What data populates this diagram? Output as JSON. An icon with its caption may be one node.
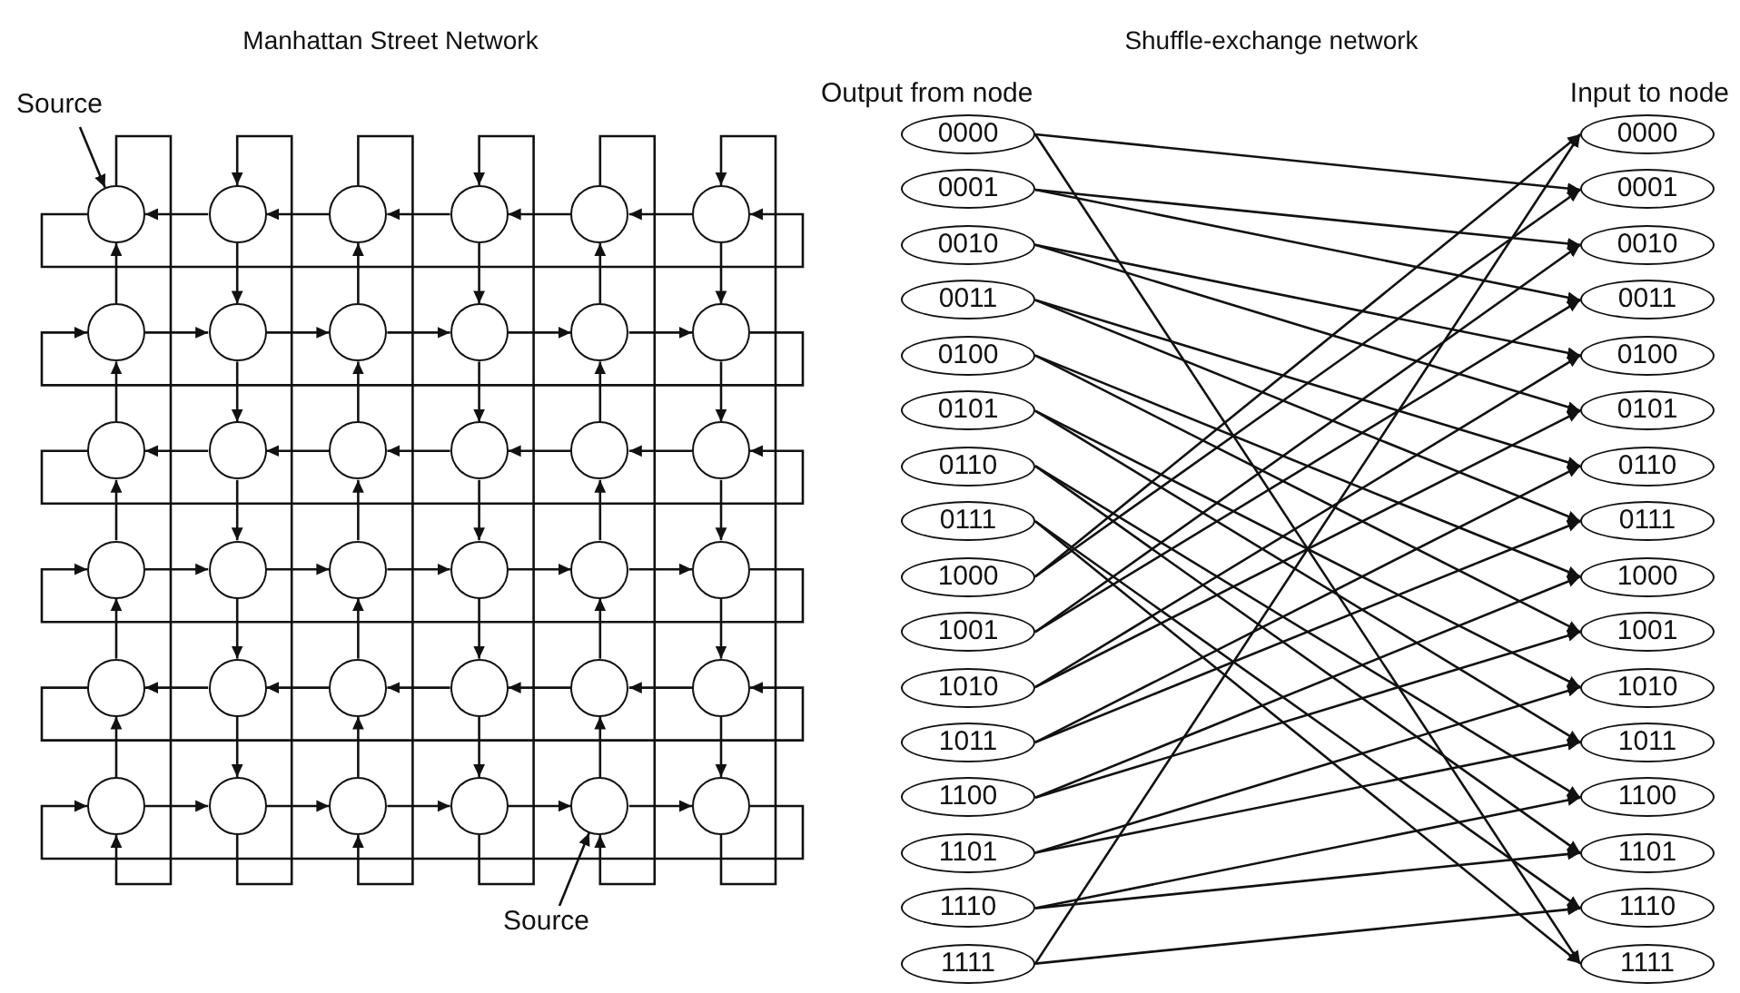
{
  "diagram": {
    "nodes": [
      {
        "text": [
          "Source"
        ]
      },
      {
        "text": [],
        "shape": "circle"
      },
      {
        "text": [],
        "shape": "circle"
      },
      {
        "text": [],
        "shape": "circle"
      },
      {
        "text": [],
        "shape": "circle"
      },
      {
        "text": [],
        "shape": "circle"
      },
      {
        "text": [],
        "shape": "circle"
      },
      {
        "text": [],
        "shape": "circle"
      },
      {
        "text": [],
        "shape": "circle"
      },
      {
        "text": [],
        "shape": "circle"
      },
      {
        "text": [],
        "shape": "circle"
      },
      {
        "text": [],
        "shape": "circle"
      },
      {
        "text": [],
        "shape": "circle"
      },
      {
        "text": [],
        "shape": "circle"
      },
      {
        "text": [],
        "shape": "circle"
      },
      {
        "text": [],
        "shape": "circle"
      },
      {
        "text": [],
        "shape": "circle"
      },
      {
        "text": [],
        "shape": "circle"
      },
      {
        "text": [],
        "shape": "circle"
      },
      {
        "text": [],
        "shape": "circle"
      },
      {
        "text": [],
        "shape": "circle"
      },
      {
        "text": [],
        "shape": "circle"
      },
      {
        "text": [],
        "shape": "circle"
      },
      {
        "text": [],
        "shape": "circle"
      },
      {
        "text": [],
        "shape": "circle"
      },
      {
        "text": [],
        "shape": "circle"
      },
      {
        "text": [],
        "shape": "circle"
      },
      {
        "text": [],
        "shape": "circle"
      },
      {
        "text": [],
        "shape": "circle"
      },
      {
        "text": [],
        "shape": "circle"
      },
      {
        "text": [],
        "shape": "circle"
      },
      {
        "text": [],
        "shape": "circle"
      },
      {
        "text": [],
        "shape": "circle"
      },
      {
        "text": [],
        "shape": "circle"
      },
      {
        "text": [],
        "shape": "circle"
      },
      {
        "text": [],
        "shape": "circle"
      },
      {
        "text": [],
        "shape": "circle"
      },
      {
        "text": [
          "Source"
        ]
      },
      {
        "text": [
          "0000"
        ]
      },
      {
        "text": [
          "0001"
        ]
      },
      {
        "text": [
          "0010"
        ]
      },
      {
        "text": [
          "0011"
        ]
      },
      {
        "text": [
          "0100"
        ]
      },
      {
        "text": [
          "0101"
        ]
      },
      {
        "text": [
          "0110"
        ]
      },
      {
        "text": [
          "0111"
        ]
      },
      {
        "text": [
          "1000"
        ]
      },
      {
        "text": [
          "1001"
        ]
      },
      {
        "text": [
          "1010"
        ]
      },
      {
        "text": [
          "1011"
        ]
      },
      {
        "text": [
          "1100"
        ]
      },
      {
        "text": [
          "1101"
        ]
      },
      {
        "text": [
          "1110"
        ]
      },
      {
        "text": [
          "1111"
        ]
      },
      {
        "text": [
          "0000"
        ]
      },
      {
        "text": [
          "0001"
        ]
      },
      {
        "text": [
          "0010"
        ]
      },
      {
        "text": [
          "0011"
        ]
      },
      {
        "text": [
          "0100"
        ]
      },
      {
        "text": [
          "0101"
        ]
      },
      {
        "text": [
          "0110"
        ]
      },
      {
        "text": [
          "0111"
        ]
      },
      {
        "text": [
          "1000"
        ]
      },
      {
        "text": [
          "1001"
        ]
      },
      {
        "text": [
          "1010"
        ]
      },
      {
        "text": [
          "1011"
        ]
      },
      {
        "text": [
          "1100"
        ]
      },
      {
        "text": [
          "1101"
        ]
      },
      {
        "text": [
          "1110"
        ]
      },
      {
        "text": [
          "1111"
        ]
      }
    ],
    "edges": [
      {
        "from": 0,
        "to": 1,
        "arrow": "to"
      },
      {
        "from": 1,
        "to": 6,
        "arrow": "to"
      },
      {
        "from": 2,
        "to": 1,
        "arrow": "to"
      },
      {
        "from": 3,
        "to": 2,
        "arrow": "to"
      },
      {
        "from": 4,
        "to": 3,
        "arrow": "to"
      },
      {
        "from": 5,
        "to": 4,
        "arrow": "to"
      },
      {
        "from": 6,
        "to": 5,
        "arrow": "to"
      },
      {
        "from": 7,
        "to": 8,
        "arrow": "to"
      },
      {
        "from": 8,
        "to": 9,
        "arrow": "to"
      },
      {
        "from": 9,
        "to": 10,
        "arrow": "to"
      },
      {
        "from": 10,
        "to": 11,
        "arrow": "to"
      },
      {
        "from": 11,
        "to": 12,
        "arrow": "to"
      },
      {
        "from": 12,
        "to": 7,
        "arrow": "to"
      },
      {
        "from": 13,
        "to": 18,
        "arrow": "to"
      },
      {
        "from": 14,
        "to": 13,
        "arrow": "to"
      },
      {
        "from": 15,
        "to": 14,
        "arrow": "to"
      },
      {
        "from": 16,
        "to": 15,
        "arrow": "to"
      },
      {
        "from": 17,
        "to": 16,
        "arrow": "to"
      },
      {
        "from": 18,
        "to": 17,
        "arrow": "to"
      },
      {
        "from": 19,
        "to": 20,
        "arrow": "to"
      },
      {
        "from": 20,
        "to": 21,
        "arrow": "to"
      },
      {
        "from": 21,
        "to": 22,
        "arrow": "to"
      },
      {
        "from": 22,
        "to": 23,
        "arrow": "to"
      },
      {
        "from": 23,
        "to": 24,
        "arrow": "to"
      },
      {
        "from": 24,
        "to": 19,
        "arrow": "to"
      },
      {
        "from": 25,
        "to": 30,
        "arrow": "to"
      },
      {
        "from": 26,
        "to": 25,
        "arrow": "to"
      },
      {
        "from": 27,
        "to": 26,
        "arrow": "to"
      },
      {
        "from": 28,
        "to": 27,
        "arrow": "to"
      },
      {
        "from": 29,
        "to": 28,
        "arrow": "to"
      },
      {
        "from": 30,
        "to": 29,
        "arrow": "to"
      },
      {
        "from": 31,
        "to": 32,
        "arrow": "to"
      },
      {
        "from": 32,
        "to": 33,
        "arrow": "to"
      },
      {
        "from": 33,
        "to": 34,
        "arrow": "to"
      },
      {
        "from": 34,
        "to": 35,
        "arrow": "to"
      },
      {
        "from": 35,
        "to": 36,
        "arrow": "to"
      },
      {
        "from": 36,
        "to": 31,
        "arrow": "to"
      },
      {
        "from": 1,
        "to": 31,
        "arrow": "to"
      },
      {
        "from": 7,
        "to": 1,
        "arrow": "to"
      },
      {
        "from": 13,
        "to": 7,
        "arrow": "to"
      },
      {
        "from": 19,
        "to": 13,
        "arrow": "to"
      },
      {
        "from": 25,
        "to": 19,
        "arrow": "to"
      },
      {
        "from": 31,
        "to": 25,
        "arrow": "to"
      },
      {
        "from": 2,
        "to": 8,
        "arrow": "to"
      },
      {
        "from": 8,
        "to": 14,
        "arrow": "to"
      },
      {
        "from": 14,
        "to": 20,
        "arrow": "to"
      },
      {
        "from": 20,
        "to": 26,
        "arrow": "to"
      },
      {
        "from": 26,
        "to": 32,
        "arrow": "to"
      },
      {
        "from": 32,
        "to": 2,
        "arrow": "to"
      },
      {
        "from": 3,
        "to": 33,
        "arrow": "to"
      },
      {
        "from": 9,
        "to": 3,
        "arrow": "to"
      },
      {
        "from": 15,
        "to": 9,
        "arrow": "to"
      },
      {
        "from": 21,
        "to": 15,
        "arrow": "to"
      },
      {
        "from": 27,
        "to": 21,
        "arrow": "to"
      },
      {
        "from": 33,
        "to": 27,
        "arrow": "to"
      },
      {
        "from": 4,
        "to": 10,
        "arrow": "to"
      },
      {
        "from": 10,
        "to": 16,
        "arrow": "to"
      },
      {
        "from": 16,
        "to": 22,
        "arrow": "to"
      },
      {
        "from": 22,
        "to": 28,
        "arrow": "to"
      },
      {
        "from": 28,
        "to": 34,
        "arrow": "to"
      },
      {
        "from": 34,
        "to": 4,
        "arrow": "to"
      },
      {
        "from": 5,
        "to": 35,
        "arrow": "to"
      },
      {
        "from": 11,
        "to": 5,
        "arrow": "to"
      },
      {
        "from": 17,
        "to": 11,
        "arrow": "to"
      },
      {
        "from": 23,
        "to": 17,
        "arrow": "to"
      },
      {
        "from": 29,
        "to": 23,
        "arrow": "to"
      },
      {
        "from": 35,
        "to": 29,
        "arrow": "to"
      },
      {
        "from": 6,
        "to": 12,
        "arrow": "to"
      },
      {
        "from": 12,
        "to": 18,
        "arrow": "to"
      },
      {
        "from": 18,
        "to": 24,
        "arrow": "to"
      },
      {
        "from": 24,
        "to": 30,
        "arrow": "to"
      },
      {
        "from": 30,
        "to": 36,
        "arrow": "to"
      },
      {
        "from": 36,
        "to": 6,
        "arrow": "to"
      },
      {
        "from": 37,
        "to": 35,
        "arrow": "to"
      },
      {
        "from": 38,
        "to": 55,
        "arrow": "to"
      },
      {
        "from": 38,
        "to": 69,
        "arrow": "to"
      },
      {
        "from": 39,
        "to": 56,
        "arrow": "to"
      },
      {
        "from": 39,
        "to": 57,
        "arrow": "to"
      },
      {
        "from": 40,
        "to": 58,
        "arrow": "to"
      },
      {
        "from": 40,
        "to": 59,
        "arrow": "to"
      },
      {
        "from": 41,
        "to": 60,
        "arrow": "to"
      },
      {
        "from": 41,
        "to": 61,
        "arrow": "to"
      },
      {
        "from": 42,
        "to": 62,
        "arrow": "to"
      },
      {
        "from": 42,
        "to": 63,
        "arrow": "to"
      },
      {
        "from": 43,
        "to": 64,
        "arrow": "to"
      },
      {
        "from": 43,
        "to": 65,
        "arrow": "to"
      },
      {
        "from": 44,
        "to": 66,
        "arrow": "to"
      },
      {
        "from": 44,
        "to": 67,
        "arrow": "to"
      },
      {
        "from": 45,
        "to": 68,
        "arrow": "to"
      },
      {
        "from": 45,
        "to": 69,
        "arrow": "to"
      },
      {
        "from": 46,
        "to": 54,
        "arrow": "to"
      },
      {
        "from": 46,
        "to": 55,
        "arrow": "to"
      },
      {
        "from": 47,
        "to": 56,
        "arrow": "to"
      },
      {
        "from": 47,
        "to": 57,
        "arrow": "to"
      },
      {
        "from": 48,
        "to": 58,
        "arrow": "to"
      },
      {
        "from": 48,
        "to": 59,
        "arrow": "to"
      },
      {
        "from": 49,
        "to": 60,
        "arrow": "to"
      },
      {
        "from": 49,
        "to": 61,
        "arrow": "to"
      },
      {
        "from": 50,
        "to": 62,
        "arrow": "to"
      },
      {
        "from": 50,
        "to": 63,
        "arrow": "to"
      },
      {
        "from": 51,
        "to": 64,
        "arrow": "to"
      },
      {
        "from": 51,
        "to": 65,
        "arrow": "to"
      },
      {
        "from": 52,
        "to": 66,
        "arrow": "to"
      },
      {
        "from": 52,
        "to": 67,
        "arrow": "to"
      },
      {
        "from": 53,
        "to": 68,
        "arrow": "to"
      },
      {
        "from": 53,
        "to": 54,
        "arrow": "to"
      }
    ],
    "labels": [
      "Manhattan Street Network",
      "Shuffle-exchange network",
      "Output from node",
      "Input to node"
    ]
  }
}
